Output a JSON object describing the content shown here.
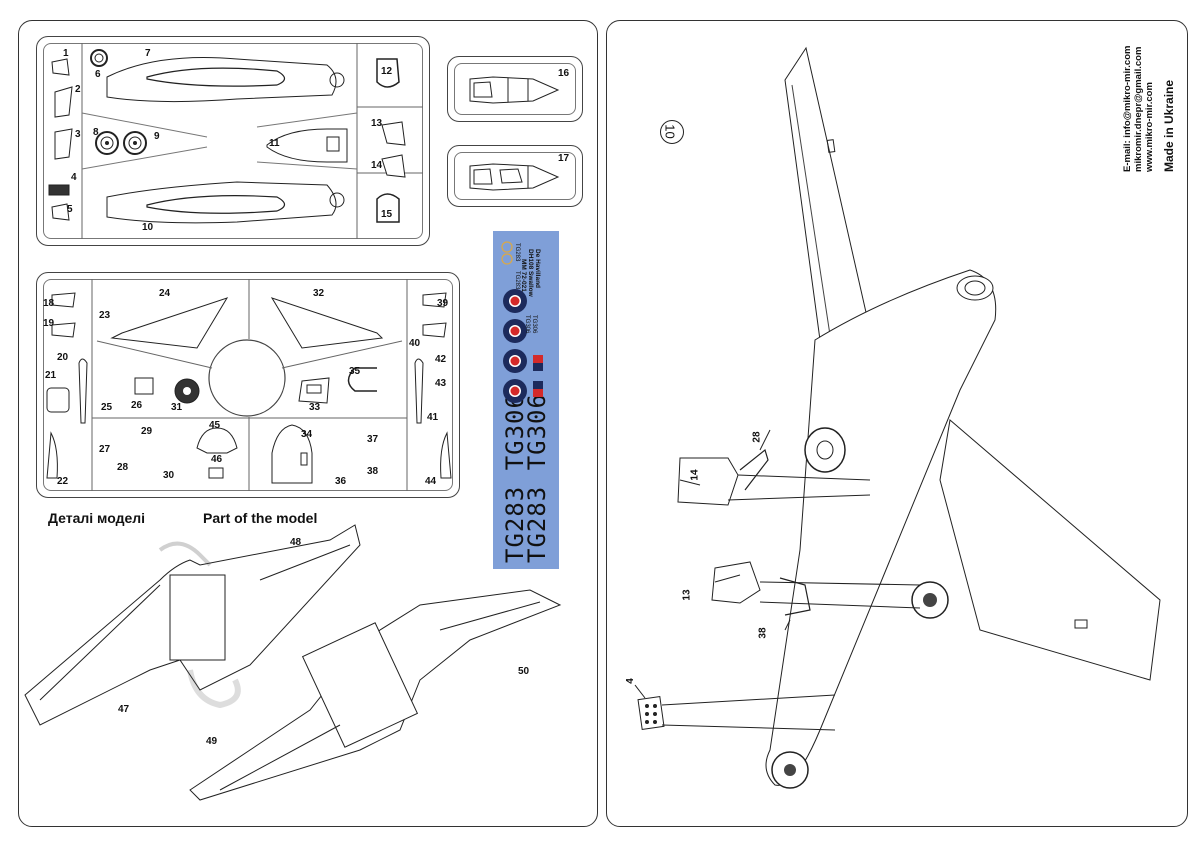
{
  "header": {
    "section_title_ua": "Деталі моделі",
    "section_title_en": "Part of the model"
  },
  "sprue_a": {
    "part_numbers": [
      "1",
      "2",
      "3",
      "4",
      "5",
      "6",
      "7",
      "8",
      "9",
      "10",
      "11",
      "12",
      "13",
      "14",
      "15"
    ]
  },
  "canopies": {
    "part_numbers": [
      "16",
      "17"
    ]
  },
  "sprue_b": {
    "part_numbers": [
      "18",
      "19",
      "20",
      "21",
      "22",
      "23",
      "24",
      "25",
      "26",
      "27",
      "28",
      "29",
      "30",
      "31",
      "32",
      "33",
      "34",
      "35",
      "36",
      "37",
      "38",
      "39",
      "40",
      "41",
      "42",
      "43",
      "44",
      "45",
      "46"
    ]
  },
  "wings": {
    "part_numbers": [
      "47",
      "48",
      "49",
      "50"
    ]
  },
  "decal_sheet": {
    "background_color": "#7f9fd8",
    "serials": [
      "TG283 TG306",
      "TG283 TG306"
    ],
    "small_serials": [
      "TG283",
      "TG283",
      "TG306",
      "TG306"
    ],
    "kit_name": [
      "De Havilland",
      "DH108 Swallow",
      "MM 72-021"
    ],
    "roundel_count": 4,
    "roundel_colors": {
      "outer": "#1c2a5c",
      "ring": "#ffffff",
      "center": "#d42a2a"
    },
    "fin_flash_colors": [
      "#d42a2a",
      "#1c2a5c"
    ]
  },
  "assembly": {
    "step_number": "10",
    "callouts": [
      "28",
      "14",
      "13",
      "38",
      "4"
    ]
  },
  "contact": {
    "email_line": "E-mail: info@mikro-mir.com",
    "email2_line": "mikromir.dnepr@gmail.com",
    "web_line": "www.mikro-mir.com",
    "made_in": "Made in Ukraine"
  }
}
